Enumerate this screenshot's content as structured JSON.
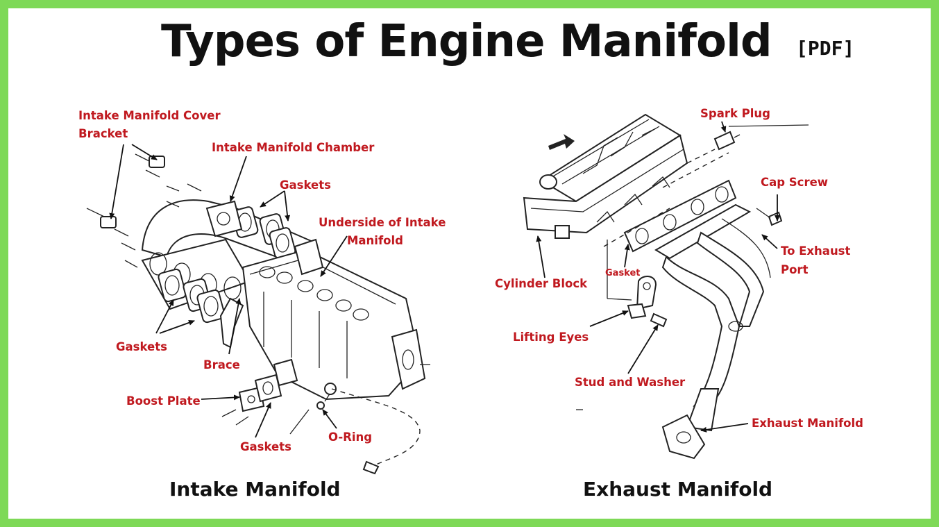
{
  "title": "Types of Engine Manifold",
  "title_tag": "[PDF]",
  "intake": {
    "caption": "Intake Manifold",
    "labels": {
      "cover_bracket_1": "Intake Manifold Cover",
      "cover_bracket_2": "Bracket",
      "chamber": "Intake Manifold Chamber",
      "gaskets_top": "Gaskets",
      "underside_1": "Underside of Intake",
      "underside_2": "Manifold",
      "gaskets_left": "Gaskets",
      "brace": "Brace",
      "boost_plate": "Boost Plate",
      "gaskets_bottom": "Gaskets",
      "o_ring": "O-Ring"
    }
  },
  "exhaust": {
    "caption": "Exhaust Manifold",
    "labels": {
      "spark_plug": "Spark Plug",
      "cap_screw": "Cap Screw",
      "to_exhaust_1": "To Exhaust",
      "to_exhaust_2": "Port",
      "gasket": "Gasket",
      "cylinder_block": "Cylinder Block",
      "lifting_eyes": "Lifting Eyes",
      "stud_washer": "Stud and Washer",
      "exhaust_manifold": "Exhaust Manifold"
    }
  },
  "colors": {
    "border": "#7ed957",
    "label": "#c0191f",
    "text": "#111111"
  }
}
